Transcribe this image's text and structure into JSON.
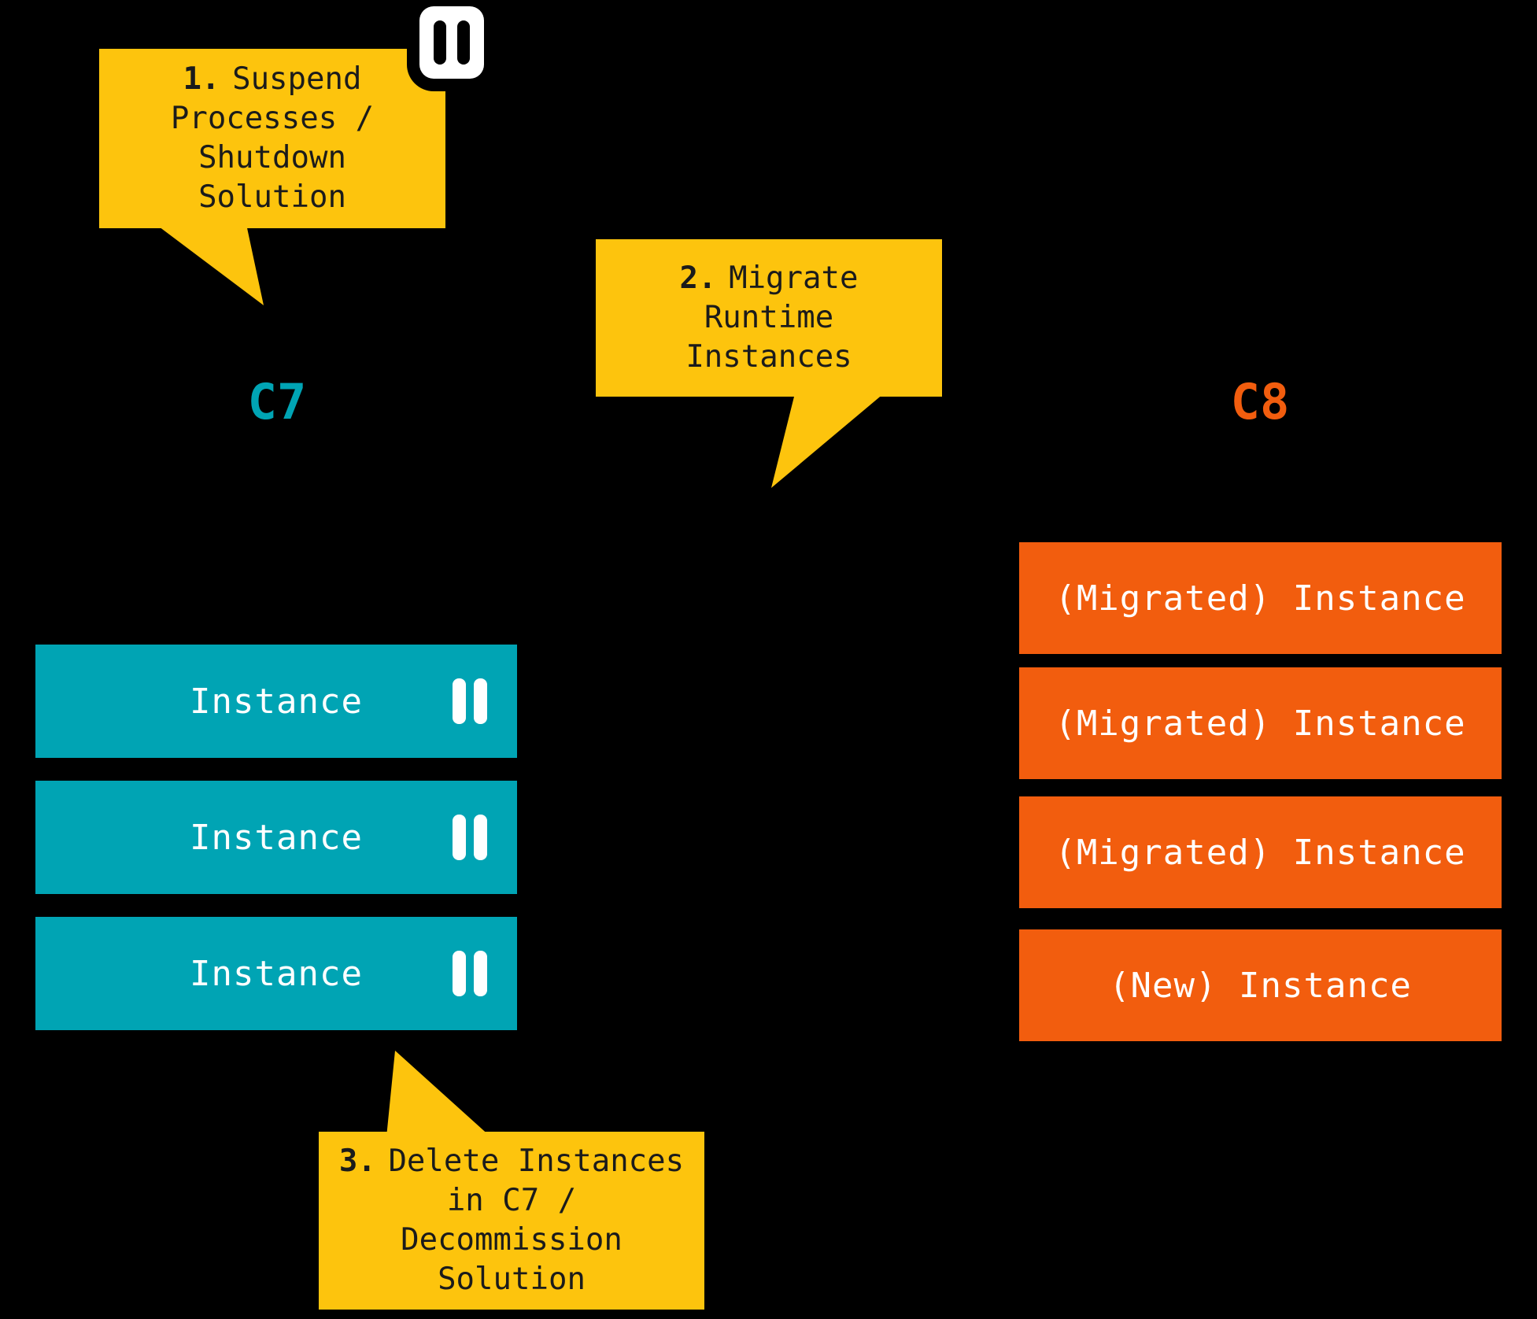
{
  "title": "C7 to C8 runtime instance migration diagram",
  "colors": {
    "bg": "#000000",
    "yellow": "#FDC40D",
    "teal": "#00A4B4",
    "orange": "#F25D0E",
    "ink": "#1B1B1B",
    "white": "#FFFFFF"
  },
  "icons": {
    "suspend_top": "pause-icon",
    "c7_instance_badge": "pause-icon"
  },
  "callouts": {
    "step1": {
      "number": "1.",
      "line1": "Suspend",
      "line2": "Processes /",
      "line3": "Shutdown",
      "line4": "Solution"
    },
    "step2": {
      "number": "2.",
      "line1": "Migrate",
      "line2": "Runtime",
      "line3": "Instances"
    },
    "step3": {
      "number": "3.",
      "line1": "Delete Instances",
      "line2": "in C7 /",
      "line3": "Decommission",
      "line4": "Solution"
    }
  },
  "c7": {
    "label": "C7",
    "instances": [
      "Instance",
      "Instance",
      "Instance"
    ]
  },
  "c8": {
    "label": "C8",
    "instances": [
      "(Migrated) Instance",
      "(Migrated) Instance",
      "(Migrated) Instance",
      "(New) Instance"
    ]
  }
}
